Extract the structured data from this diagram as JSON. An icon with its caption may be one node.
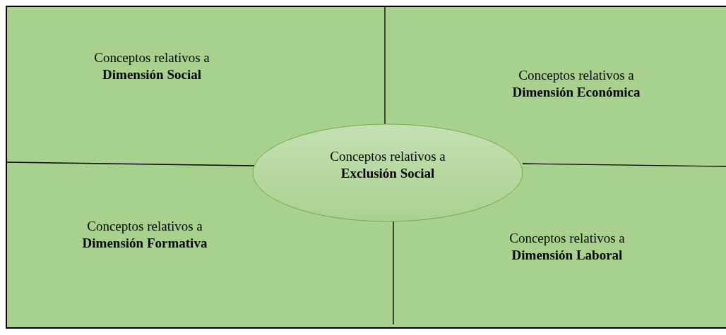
{
  "diagram": {
    "nodes": [
      {
        "text": [
          "Conceptos relativos a **Dimensión Social**"
        ]
      },
      {
        "text": [
          "Conceptos relativos a **Dimensión Económica**"
        ]
      },
      {
        "text": [
          "Conceptos relativos a **Exclusión Social**"
        ]
      },
      {
        "text": [
          "Conceptos relativos a **Dimensión Formativa**"
        ]
      },
      {
        "text": [
          "Conceptos relativos a **Dimensión Laboral**"
        ]
      }
    ],
    "edges": []
  }
}
